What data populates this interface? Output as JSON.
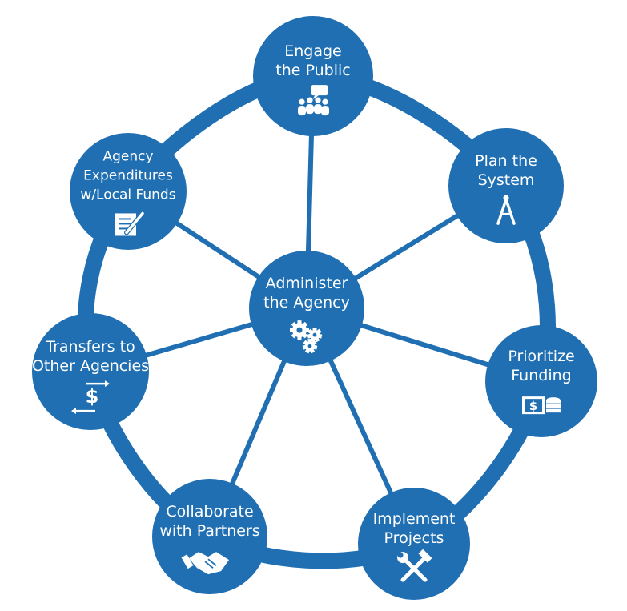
{
  "colors": {
    "node": "#1f6fb2",
    "ring": "#1f6fb2",
    "text": "#ffffff",
    "background": "#ffffff"
  },
  "center": {
    "lines": [
      "Administer",
      "the Agency"
    ],
    "icon": "gears-icon"
  },
  "nodes": [
    {
      "id": "engage-the-public",
      "lines": [
        "Engage",
        "the Public"
      ],
      "icon": "people-speech-icon"
    },
    {
      "id": "plan-the-system",
      "lines": [
        "Plan the",
        "System"
      ],
      "icon": "compass-icon"
    },
    {
      "id": "prioritize-funding",
      "lines": [
        "Prioritize",
        "Funding"
      ],
      "icon": "money-coins-icon"
    },
    {
      "id": "implement-projects",
      "lines": [
        "Implement",
        "Projects"
      ],
      "icon": "tools-icon"
    },
    {
      "id": "collaborate-with-partners",
      "lines": [
        "Collaborate",
        "with Partners"
      ],
      "icon": "handshake-icon"
    },
    {
      "id": "transfers-to-other-agencies",
      "lines": [
        "Transfers to",
        "Other Agencies"
      ],
      "icon": "dollar-transfer-icon"
    },
    {
      "id": "agency-expenditures-local-funds",
      "lines": [
        "Agency",
        "Expenditures",
        "w/Local Funds"
      ],
      "icon": "document-pen-icon"
    }
  ]
}
